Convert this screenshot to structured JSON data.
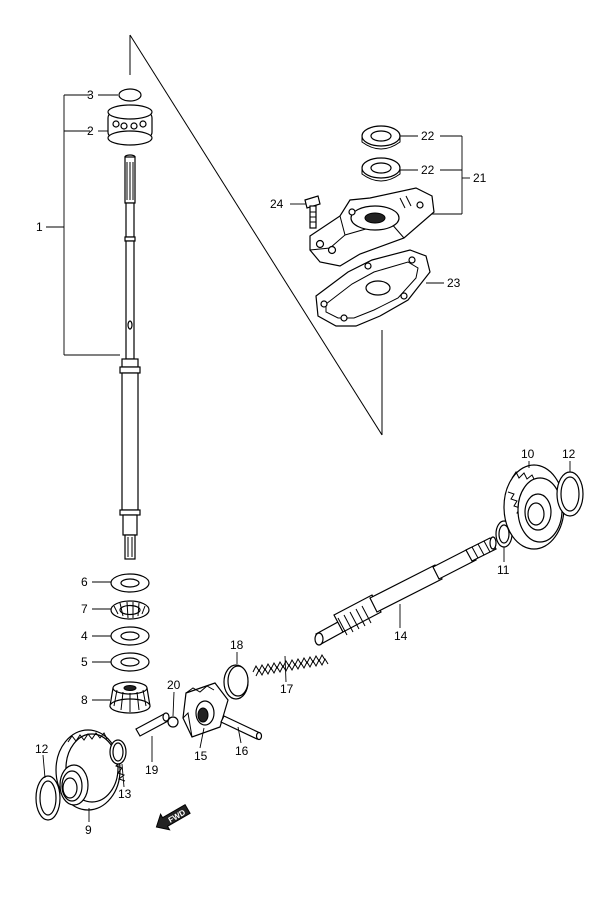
{
  "diagram": {
    "callouts": {
      "c1": "1",
      "c2": "2",
      "c3": "3",
      "c4": "4",
      "c5": "5",
      "c6": "6",
      "c7": "7",
      "c8": "8",
      "c9": "9",
      "c10": "10",
      "c11": "11",
      "c12a": "12",
      "c12b": "12",
      "c13": "13",
      "c14": "14",
      "c15": "15",
      "c16": "16",
      "c17": "17",
      "c18": "18",
      "c19": "19",
      "c20": "20",
      "c21": "21",
      "c22a": "22",
      "c22b": "22",
      "c23": "23",
      "c24": "24"
    },
    "fwd_arrow_label": "FWD"
  }
}
